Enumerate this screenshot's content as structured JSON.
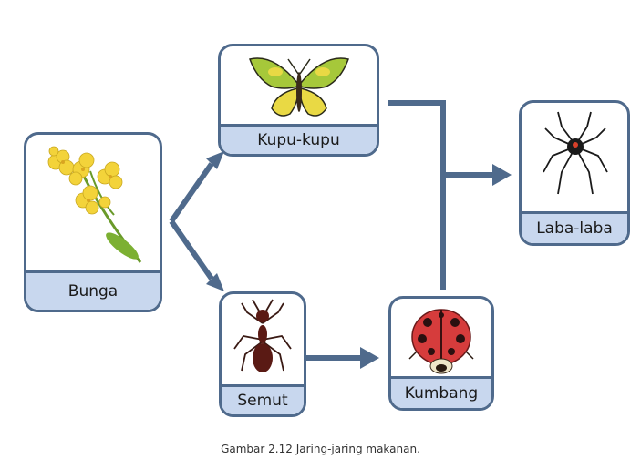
{
  "nodes": {
    "bunga": "Bunga",
    "kupu": "Kupu-kupu",
    "semut": "Semut",
    "kumbang": "Kumbang",
    "laba": "Laba-laba"
  },
  "caption": "Gambar 2.12 Jaring-jaring makanan.",
  "colors": {
    "card_border": "#4f6a8c",
    "label_fill": "#c8d7ee",
    "arrow": "#4f6a8c"
  },
  "icons": [
    "flower-icon",
    "butterfly-icon",
    "ant-icon",
    "ladybug-icon",
    "spider-icon"
  ]
}
